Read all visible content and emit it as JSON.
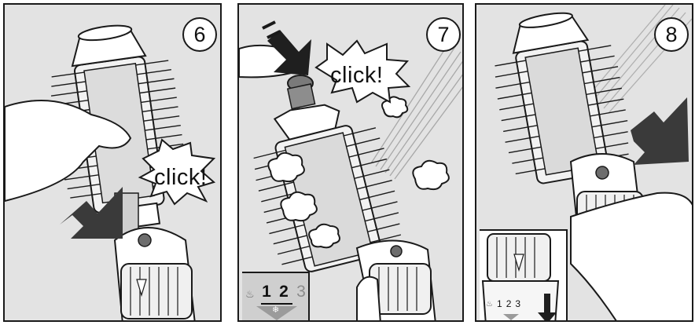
{
  "panels": [
    {
      "step": "6",
      "callout": "click!"
    },
    {
      "step": "7",
      "callout": "click!",
      "setting_inset": {
        "levels": [
          "1",
          "2",
          "3"
        ],
        "active_levels": [
          "1",
          "2"
        ]
      }
    },
    {
      "step": "8",
      "dial_inset": {
        "levels": [
          "1",
          "2",
          "3"
        ]
      }
    }
  ],
  "colors": {
    "panel_bg": "#e3e3e3",
    "outline": "#1a1a1a",
    "arrow": "#3a3a3a",
    "inset_bg": "#cfcfcf"
  },
  "icons": [
    "arrow-down-icon",
    "airflow-puff-icon",
    "snowflake-icon",
    "heat-icon"
  ]
}
